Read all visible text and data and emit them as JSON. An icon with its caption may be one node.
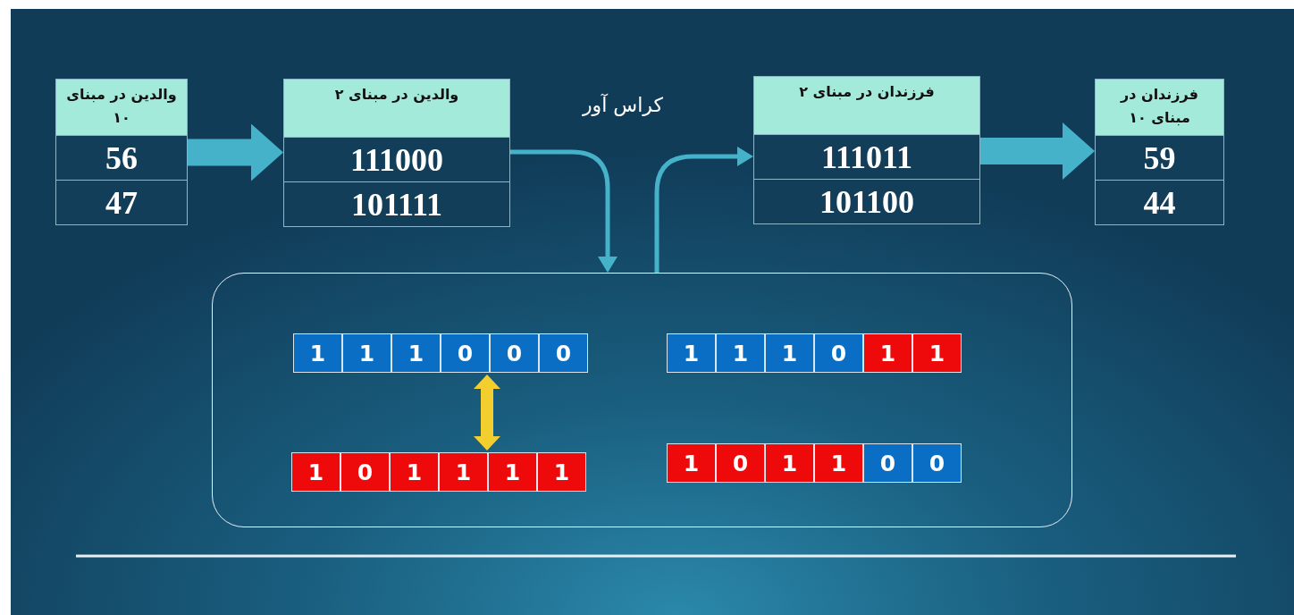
{
  "diagram": {
    "nodes": [
      {
        "text": [
          "والدین در مبنای ۱۰",
          "56",
          "47"
        ]
      },
      {
        "text": [
          "والدین در مبنای ۲",
          "111000",
          "101111"
        ]
      },
      {
        "text": [
          "فرزندان در مبنای ۲",
          "111011",
          "101100"
        ]
      },
      {
        "text": [
          "فرزندان در مبنای ۱۰",
          "59",
          "44"
        ]
      },
      {
        "text": [],
        "shape": "box"
      },
      {
        "text": [
          "1",
          "1",
          "1",
          "0",
          "0",
          "0"
        ],
        "in": 4
      },
      {
        "text": [
          "1",
          "1",
          "1",
          "0",
          "1",
          "1"
        ],
        "in": 4
      },
      {
        "text": [
          "1",
          "0",
          "1",
          "1",
          "1",
          "1"
        ],
        "in": 4
      },
      {
        "text": [
          "1",
          "0",
          "1",
          "1",
          "0",
          "0"
        ],
        "in": 4
      }
    ],
    "edges": [
      {
        "from": 0,
        "to": 1,
        "arrow": "to",
        "style": "thick"
      },
      {
        "from": 1,
        "to": 4,
        "arrow": "to"
      },
      {
        "from": 4,
        "to": 2,
        "arrow": "to"
      },
      {
        "from": 2,
        "to": 3,
        "arrow": "to",
        "style": "thick"
      },
      {
        "from": 5,
        "to": 7,
        "arrow": "both",
        "color": "#f2cf2e"
      }
    ],
    "labels": [
      "کراس آور"
    ]
  }
}
